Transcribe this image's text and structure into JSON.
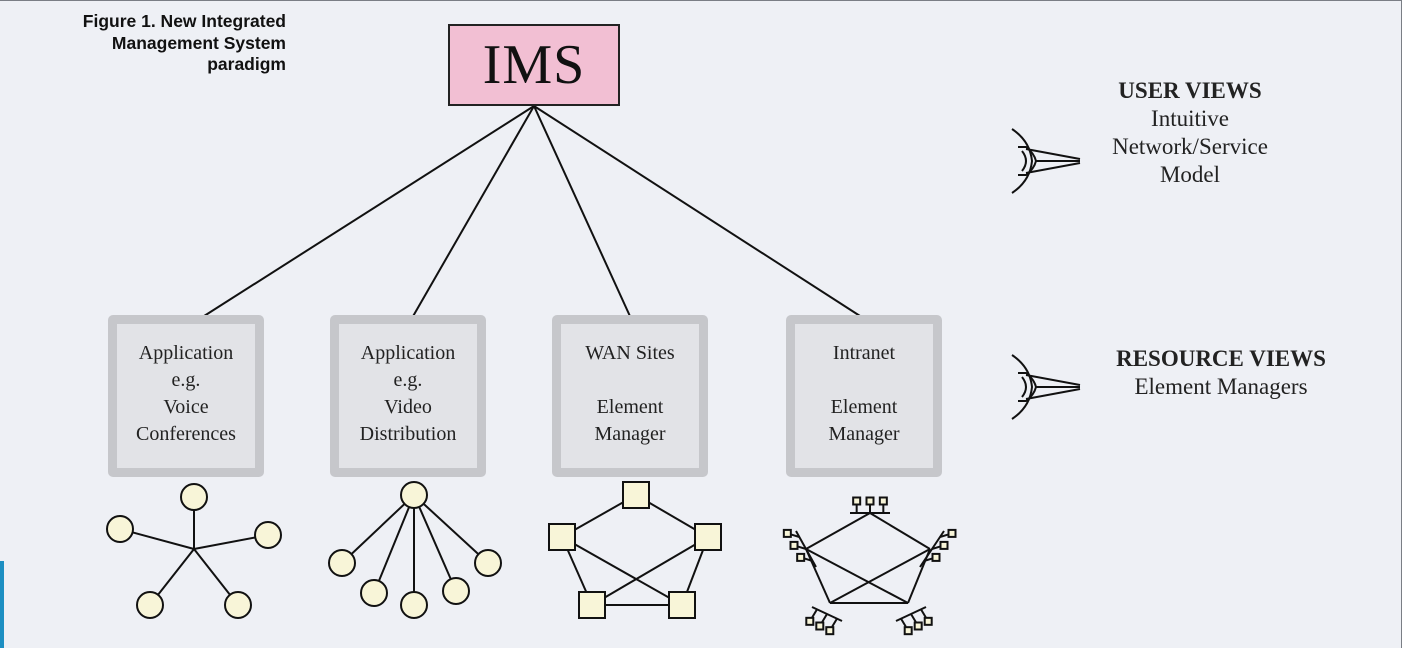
{
  "caption": "Figure 1. New Integrated Management System paradigm",
  "root": {
    "label": "IMS",
    "fill": "#f2bfd3"
  },
  "managers": [
    {
      "line1": "Application",
      "line2": "e.g.",
      "line3": "Voice",
      "line4": "Conferences",
      "network": "star"
    },
    {
      "line1": "Application",
      "line2": "e.g.",
      "line3": "Video",
      "line4": "Distribution",
      "network": "tree"
    },
    {
      "line1": "WAN Sites",
      "line2": "",
      "line3": "Element",
      "line4": "Manager",
      "network": "mesh"
    },
    {
      "line1": "Intranet",
      "line2": "",
      "line3": "Element",
      "line4": "Manager",
      "network": "lan-ring"
    }
  ],
  "user_views": {
    "title": "USER VIEWS",
    "line1": "Intuitive",
    "line2": "Network/Service",
    "line3": "Model",
    "icon": "eye-icon"
  },
  "resource_views": {
    "title": "RESOURCE VIEWS",
    "line1": "Element Managers",
    "icon": "eye-icon"
  },
  "colors": {
    "background": "#eef0f5",
    "node_fill": "#f8f5d8",
    "box_fill": "#e2e3e7",
    "box_border": "#c6c7cb",
    "accent_strip": "#1d8fc2"
  }
}
